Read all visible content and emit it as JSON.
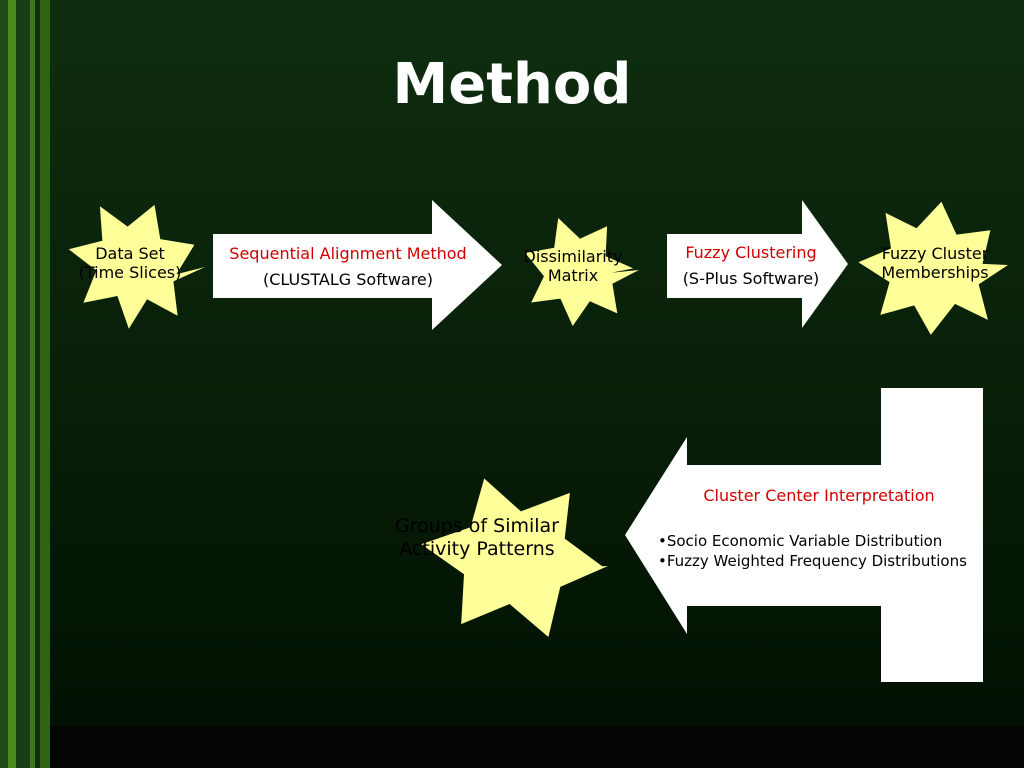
{
  "slide": {
    "title": "Method",
    "colors": {
      "background": "#0d2a0d",
      "starburst_fill": "#ffff99",
      "arrow_fill": "#ffffff",
      "highlight_text": "#d10000",
      "sidebar_bar": "#4c8a1e"
    }
  },
  "flow": {
    "data_set": {
      "line1": "Data Set",
      "line2": "(Time Slices)"
    },
    "arrow1": {
      "title": "Sequential Alignment Method",
      "subtitle": "(CLUSTALG Software)"
    },
    "dissimilarity": {
      "line1": "Dissimilarity",
      "line2": "Matrix"
    },
    "arrow2": {
      "title": "Fuzzy Clustering",
      "subtitle": "(S-Plus  Software)"
    },
    "memberships": {
      "line1": "Fuzzy Cluster",
      "line2": "Memberships"
    },
    "interpretation": {
      "title": "Cluster Center Interpretation",
      "bullets": [
        "•Socio Economic Variable Distribution",
        "•Fuzzy Weighted Frequency Distributions"
      ]
    },
    "groups": {
      "line1": "Groups of Similar",
      "line2": "Activity Patterns"
    }
  }
}
